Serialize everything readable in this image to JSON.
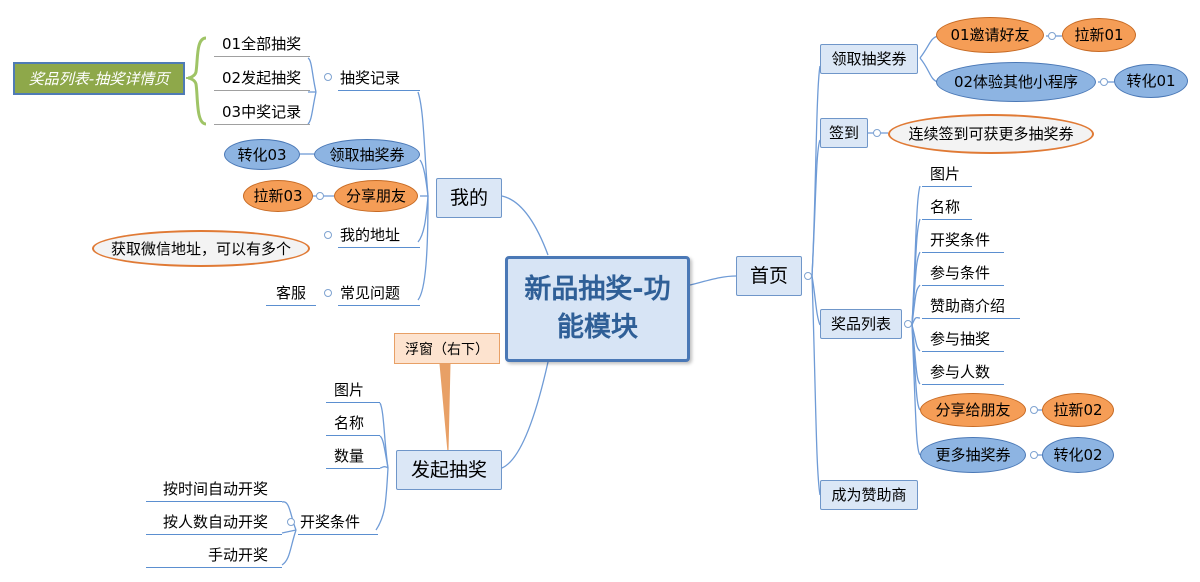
{
  "root": "新品抽奖-功能模块",
  "mine": {
    "label": "我的",
    "lottery_records": "抽奖记录",
    "records": [
      "01全部抽奖",
      "02发起抽奖",
      "03中奖记录"
    ],
    "detail_note": "奖品列表-抽奖详情页",
    "get_coupon": "领取抽奖券",
    "convert03": "转化03",
    "share_friends": "分享朋友",
    "pull03": "拉新03",
    "my_address": "我的地址",
    "wechat_note": "获取微信地址，可以有多个",
    "faq": "常见问题",
    "service": "客服"
  },
  "launch": {
    "label": "发起抽奖",
    "items": [
      "图片",
      "名称",
      "数量"
    ],
    "open_cond": "开奖条件",
    "open_items": [
      "按时间自动开奖",
      "按人数自动开奖",
      "手动开奖"
    ]
  },
  "float_note": "浮窗（右下）",
  "home": {
    "label": "首页",
    "get_coupon": "领取抽奖券",
    "invite": "01邀请好友",
    "pull01": "拉新01",
    "mini": "02体验其他小程序",
    "convert01": "转化01",
    "checkin": "签到",
    "checkin_note": "连续签到可获更多抽奖券",
    "prize_list": "奖品列表",
    "prize_items": [
      "图片",
      "名称",
      "开奖条件",
      "参与条件",
      "赞助商介绍",
      "参与抽奖",
      "参与人数"
    ],
    "share_to": "分享给朋友",
    "pull02": "拉新02",
    "more_coupon": "更多抽奖券",
    "convert02": "转化02",
    "sponsor": "成为赞助商"
  },
  "colors": {
    "line": "#5b8fd0",
    "blue_node": "#8db4e2",
    "orange_node": "#f59d56",
    "root_border": "#4a78b6"
  }
}
